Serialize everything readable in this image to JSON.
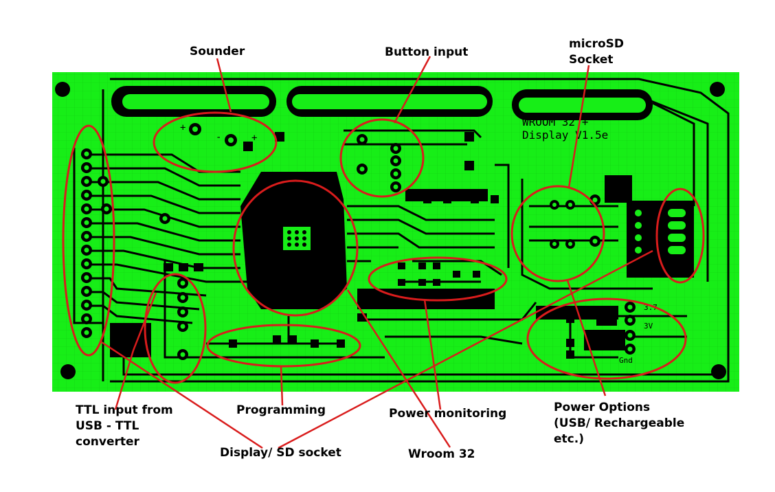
{
  "board": {
    "silkscreen_line1": "WROOM 32 +",
    "silkscreen_line2": "Display V1.5e",
    "pin_label_top": "3.7",
    "pin_label_mid": "3V",
    "pin_label_gnd": "Gnd"
  },
  "annotations": {
    "sounder": "Sounder",
    "button_input": "Button input",
    "microsd_line1": "microSD",
    "microsd_line2": "Socket",
    "ttl_line1": "TTL input from",
    "ttl_line2": "USB - TTL",
    "ttl_line3": "converter",
    "programming": "Programming",
    "display_sd": "Display/ SD socket",
    "power_monitoring": "Power monitoring",
    "wroom": "Wroom 32",
    "power_line1": "Power Options",
    "power_line2": "(USB/ Rechargeable",
    "power_line3": "etc.)"
  },
  "colors": {
    "board": "#17ee17",
    "copper": "#000000",
    "highlight": "#d91c1c",
    "label": "#000000"
  }
}
